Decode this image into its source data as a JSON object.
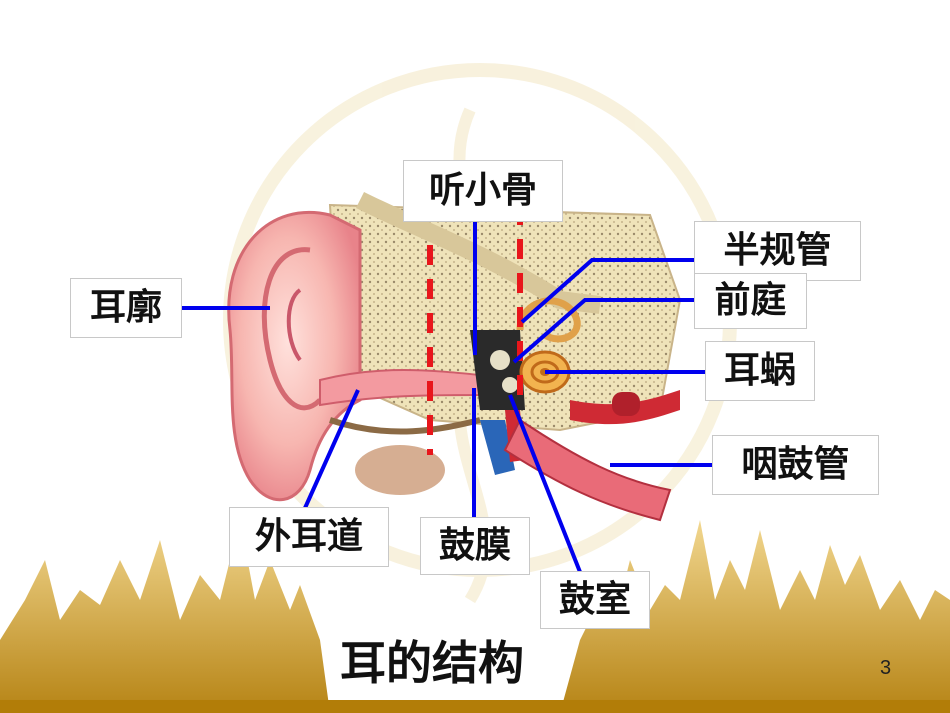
{
  "labels": {
    "auricle": "耳廓",
    "ossicles": "听小骨",
    "semicircular_canals": "半规管",
    "vestibule": "前庭",
    "cochlea": "耳蜗",
    "eustachian_tube": "咽鼓管",
    "ear_canal": "外耳道",
    "eardrum": "鼓膜",
    "tympanic_cavity": "鼓室"
  },
  "caption": "耳的结构",
  "page_number": "3",
  "colors": {
    "pointer_line": "#0000ee",
    "dashed_divider": "#e8161b",
    "gold_background": "#c99a12",
    "skin": "#f4a7a3",
    "label_border": "#c8c8c8"
  }
}
